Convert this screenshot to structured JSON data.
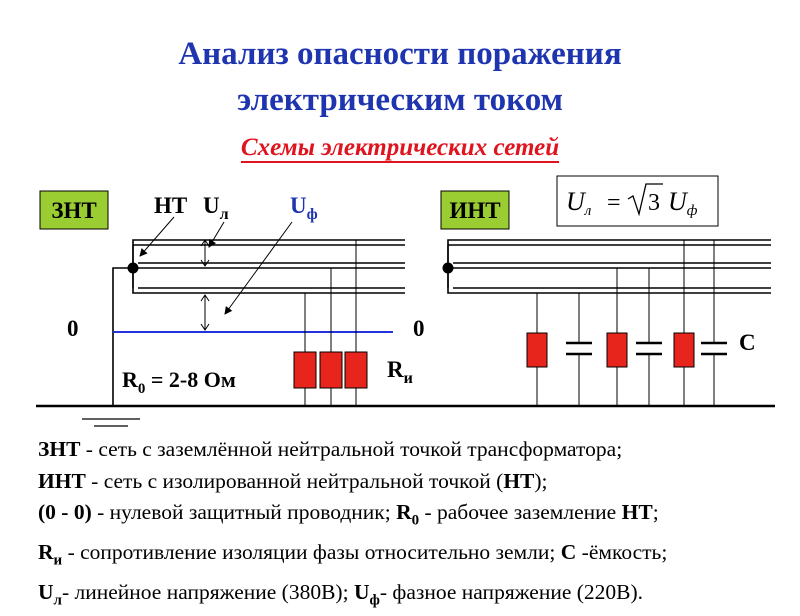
{
  "title_line1": "Анализ опасности поражения",
  "title_line2": "электрическим током",
  "subtitle": "Схемы электрических сетей",
  "colors": {
    "title": "#1f35b0",
    "subtitle": "#e0141e",
    "resistor": "#e8251c",
    "neutral_line": "#2233dd",
    "label_box": "#9acd32"
  },
  "diagram": {
    "znt_box": "ЗНТ",
    "int_box": "ИНТ",
    "nt_label": "НТ",
    "ul_label_main": "U",
    "ul_label_sub": "л",
    "uf_label_main": "U",
    "uf_label_sub": "ф",
    "zero_left": "0",
    "zero_right": "0",
    "r0_label_main": "R",
    "r0_label_sub": "0",
    "r0_label_value": " = 2-8 Ом",
    "ri_label_main": "R",
    "ri_label_sub": "и",
    "c_label": "C",
    "formula_lhs_main": "U",
    "formula_lhs_sub": "л",
    "formula_eq": "=",
    "formula_root_arg": "3",
    "formula_rhs_main": "U",
    "formula_rhs_sub": "ф"
  },
  "legend": {
    "line1_term": "ЗНТ",
    "line1_text": " - сеть с заземлённой нейтральной точкой трансформатора;",
    "line2_term": "ИНТ",
    "line2_text_a": " - сеть с изолированной нейтральной точкой (",
    "line2_term2": "НТ",
    "line2_text_b": ");",
    "line3_term": "(0 - 0)",
    "line3_text_a": "  - нулевой защитный проводник; ",
    "line3_term2_main": "R",
    "line3_term2_sub": "0",
    "line3_text_b": "  - рабочее заземление ",
    "line3_term3": "НТ",
    "line3_text_c": ";",
    "line4_term_main": "R",
    "line4_term_sub": "и",
    "line4_text_a": " - сопротивление изоляции фазы относительно земли; ",
    "line4_term2": "С",
    "line4_text_b": " -ёмкость;",
    "line5_term_main": "U",
    "line5_term_sub": "л",
    "line5_text_a": "-  линейное напряжение (380В); ",
    "line5_term2_main": "U",
    "line5_term2_sub": "ф",
    "line5_text_b": "- фазное напряжение (220В)."
  }
}
